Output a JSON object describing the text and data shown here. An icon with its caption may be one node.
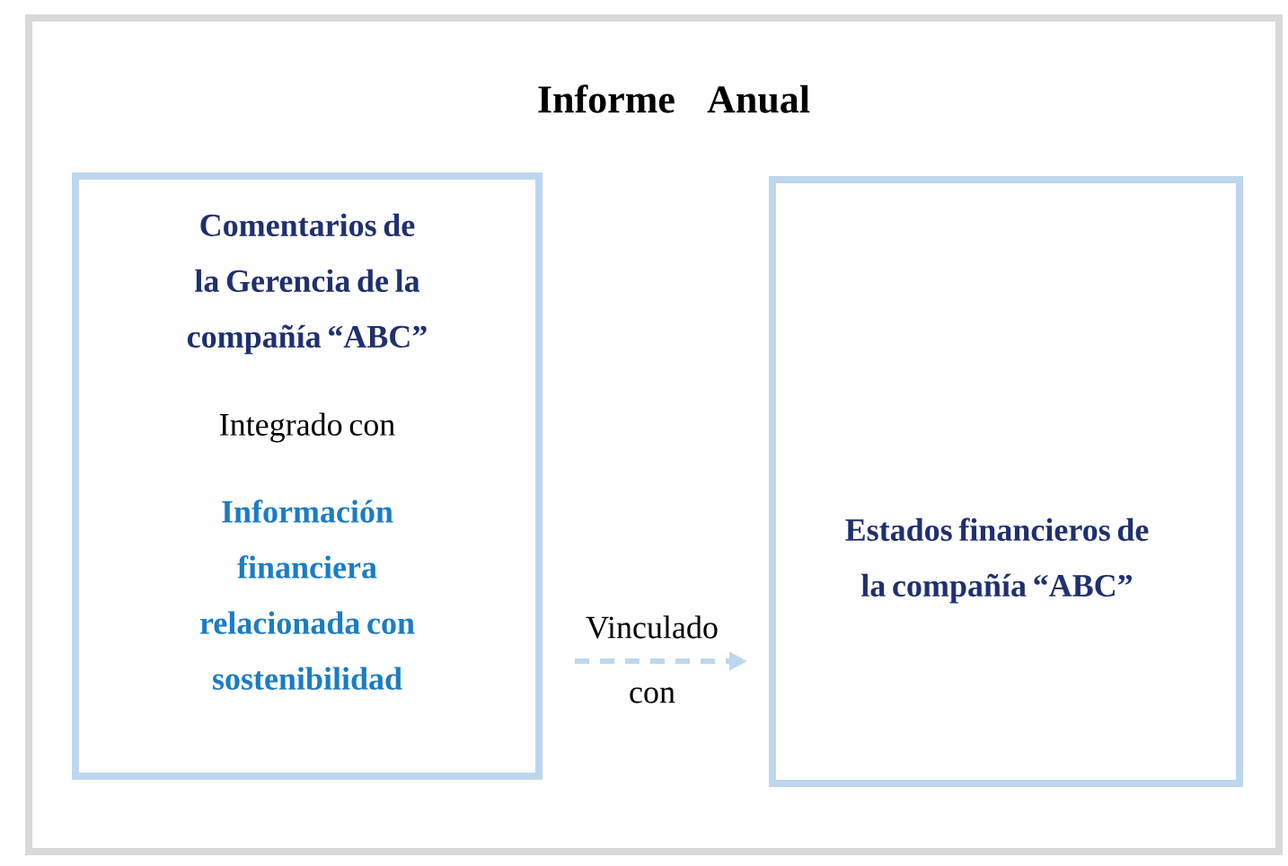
{
  "diagram": {
    "nodes": [
      {
        "text": [
          "Informe Anual"
        ]
      },
      {
        "text": [
          "Comentarios de la Gerencia de la compañía “ABC”",
          "Integrado con",
          "Información financiera relacionada con sostenibilidad"
        ],
        "in": 0
      },
      {
        "text": [
          "Estados financieros de la compañía “ABC”"
        ],
        "in": 0
      }
    ],
    "edges": [
      {
        "from": 1,
        "to": 2,
        "arrow": "to",
        "style": "dashed",
        "label": "Vinculado con"
      }
    ]
  }
}
